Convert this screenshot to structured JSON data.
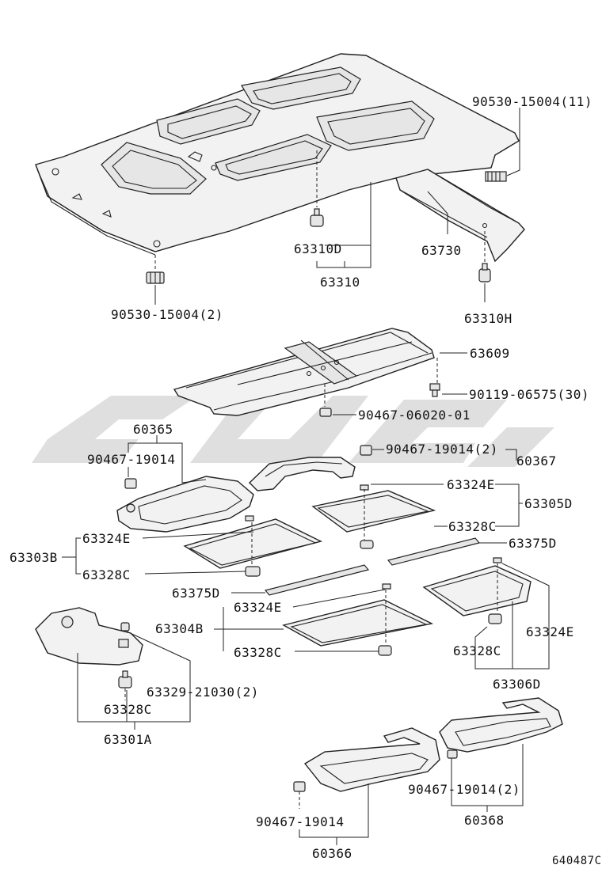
{
  "diagram_id": "640487C",
  "labels": {
    "p90530_15004_11": "90530-15004(11)",
    "p63310D": "63310D",
    "p63730": "63730",
    "p63310": "63310",
    "p90530_15004_2": "90530-15004(2)",
    "p63310H": "63310H",
    "p63609": "63609",
    "p90119_06575": "90119-06575(30)",
    "p90467_06020": "90467-06020-01",
    "p60365": "60365",
    "p90467_19014_a": "90467-19014",
    "p90467_19014_2a": "90467-19014(2)",
    "p60367": "60367",
    "p63324E_a": "63324E",
    "p63305D": "63305D",
    "p63328C_a": "63328C",
    "p63303B": "63303B",
    "p63324E_b": "63324E",
    "p63328C_b": "63328C",
    "p63375D_a": "63375D",
    "p63375D_b": "63375D",
    "p63324E_c": "63324E",
    "p63304B": "63304B",
    "p63328C_c": "63328C",
    "p63324E_d": "63324E",
    "p63328C_d": "63328C",
    "p63306D": "63306D",
    "p63329": "63329-21030(2)",
    "p63328C_e": "63328C",
    "p63301A": "63301A",
    "p90467_19014_2b": "90467-19014(2)",
    "p90467_19014_b": "90467-19014",
    "p60368": "60368",
    "p60366": "60366"
  }
}
